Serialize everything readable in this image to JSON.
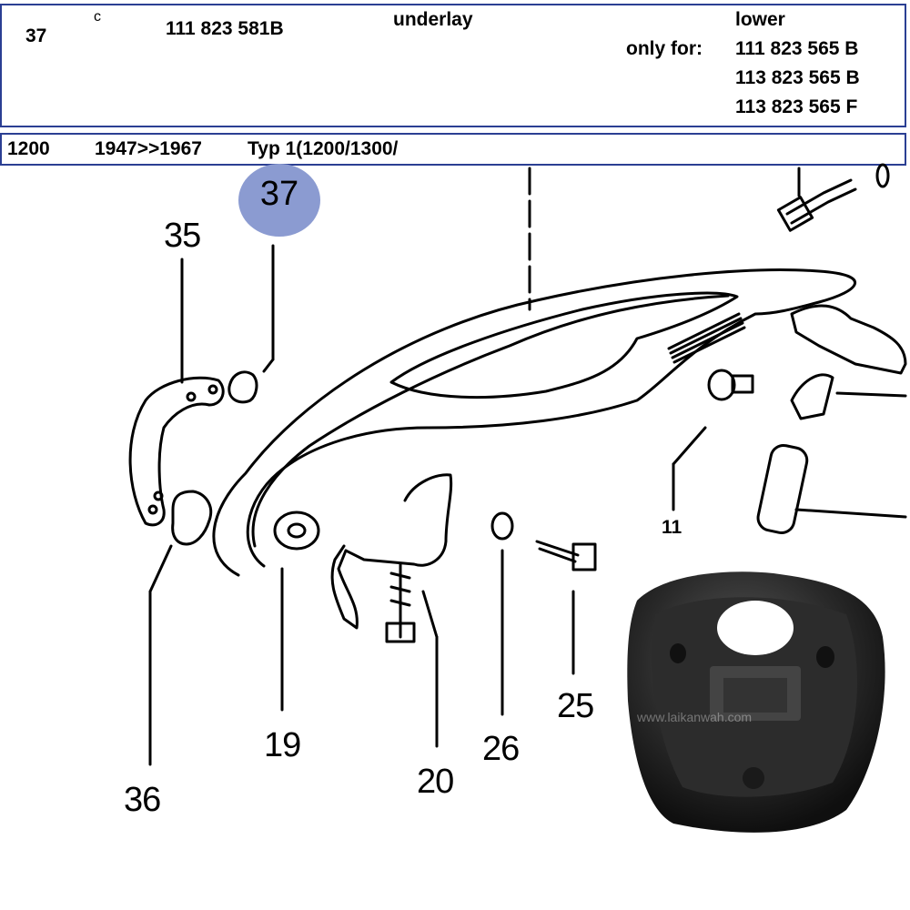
{
  "header": {
    "position": "37",
    "code": "c",
    "part_number": "111 823 581B",
    "description": "underlay",
    "note_title": "lower",
    "only_for_label": "only for:",
    "applies_to": [
      "111 823 565 B",
      "113 823 565 B",
      "113 823 565 F"
    ]
  },
  "model_row": {
    "engine": "1200",
    "years": "1947>>1967",
    "type": "Typ 1(1200/1300/"
  },
  "diagram": {
    "highlighted_callout": "37",
    "callouts": [
      "35",
      "37",
      "36",
      "19",
      "20",
      "26",
      "25",
      "11"
    ],
    "highlight_color": "#8b9bd1"
  },
  "photo": {
    "watermark": "www.laikanwah.com"
  }
}
